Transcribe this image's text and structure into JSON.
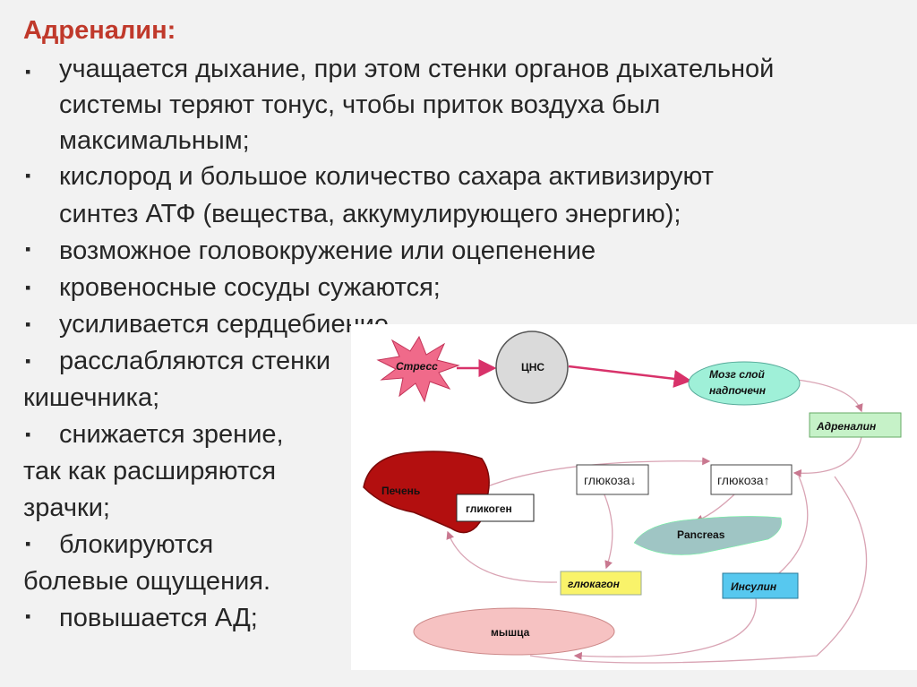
{
  "title": "Адреналин:",
  "lines": {
    "l1": "учащается дыхание, при этом стенки органов дыхательной",
    "l2": "системы теряют тонус, чтобы приток воздуха был",
    "l3": "максимальным;",
    "l4": "кислород и большое количество сахара активизируют",
    "l5": "синтез АТФ (вещества, аккумулирующего энергию);",
    "l6": "возможное головокружение или оцепенение",
    "l7": "кровеносные сосуды сужаются;",
    "l8": "усиливается сердцебиение",
    "l9": "расслабляются стенки",
    "l10": "кишечника;",
    "l11": "снижается зрение,",
    "l12": "так как расширяются",
    "l13": "зрачки;",
    "l14": "блокируются",
    "l15": "болевые ощущения.",
    "l16": "повышается АД;"
  },
  "bullet_marker": "▪",
  "diagram": {
    "stress": "Стресс",
    "cns": "ЦНС",
    "adrenal_1": "Мозг слой",
    "adrenal_2": "надпочечн",
    "adrenaline": "Адреналин",
    "glucose_down": "глюкоза↓",
    "glucose_up": "глюкоза↑",
    "liver": "Печень",
    "glycogen": "гликоген",
    "pancreas": "Pancreas",
    "glucagon": "глюкагон",
    "insulin": "Инсулин",
    "muscle": "мышца"
  },
  "colors": {
    "title": "#c0392b",
    "stress_star": "#f06a8a",
    "cns_fill": "#dadada",
    "adrenal_fill": "#9ff0d8",
    "adrenaline_fill": "#c6f2c8",
    "liver_fill": "#b30f0f",
    "pancreas_fill": "#9fc5c4",
    "glucagon_fill": "#f9f36a",
    "insulin_fill": "#57c8ef",
    "muscle_fill": "#f6c2c2",
    "arrow_main": "#d8326a",
    "arrow_thin": "#d9a4b4"
  }
}
